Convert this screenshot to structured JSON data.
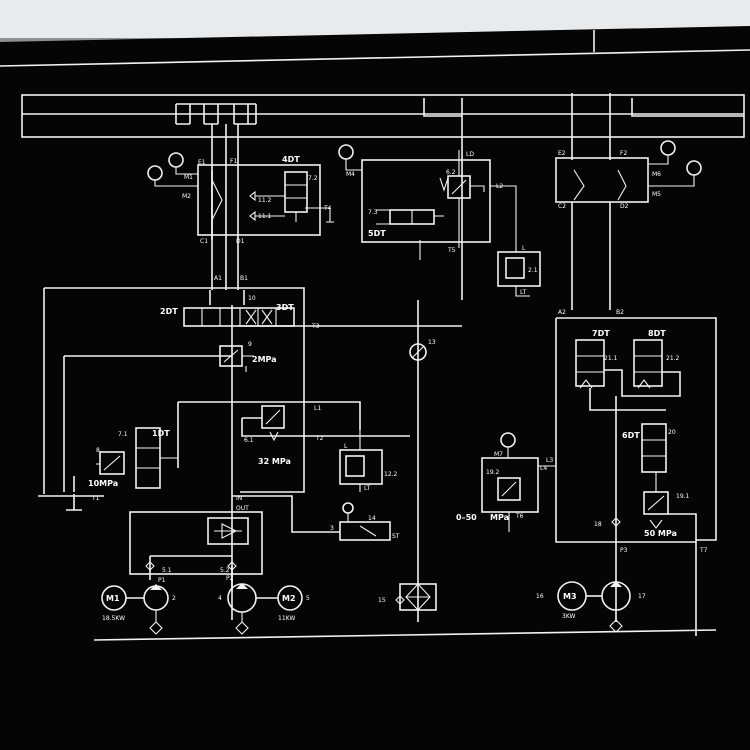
{
  "colors": {
    "screen": "#050505",
    "line": "#f2f2f2",
    "bezel": "#8f9092"
  },
  "labels": {
    "dt4": "4DT",
    "dt5": "5DT",
    "dt2": "2DT",
    "dt3": "3DT",
    "dt1": "1DT",
    "dt7": "7DT",
    "dt8": "8DT",
    "dt6": "6DT",
    "e1": "E1",
    "f1": "F1",
    "m1p": "M1",
    "m2p": "M2",
    "c1": "C1",
    "d1": "D1",
    "v112": "11.2",
    "v111": "11.1",
    "v72": "7.2",
    "t4": "T4",
    "m4p": "M4",
    "ld": "LD",
    "v62": "6.2",
    "l2": "L2",
    "v73": "7.3",
    "t5": "T5",
    "l": "L",
    "v21": "2.1",
    "lt": "LT",
    "e2": "E2",
    "f2": "F2",
    "m6p": "M6",
    "m5p": "M5",
    "c2": "C2",
    "d2": "D2",
    "a1": "A1",
    "b1": "B1",
    "n10": "10",
    "t3": "T3",
    "n9": "9",
    "mpa2": "2MPa",
    "n13": "13",
    "a2": "A2",
    "b2": "B2",
    "v211": "21.1",
    "v212": "21.2",
    "v71": "7.1",
    "l1": "L1",
    "v61": "6.1",
    "t2": "T2",
    "n8": "8",
    "mpa10": "10MPa",
    "mpa32": "32 MPa",
    "v122": "12.2",
    "lt2": "LT",
    "t1": "T1",
    "m7p": "M7",
    "v192": "19.2",
    "l4": "L4",
    "l3": "L3",
    "t6": "T6",
    "n20": "20",
    "v191": "19.1",
    "mpa050": "0–50",
    "mpa": "MPa",
    "mpa50": "50 MPa",
    "n18": "18",
    "t7": "T7",
    "p3": "P3",
    "in": "IN",
    "out": "OUT",
    "n14": "14",
    "n3": "3",
    "st": "ST",
    "v51": "5.1",
    "v52": "5.2",
    "p1": "P1",
    "p2": "P2",
    "n15": "15",
    "n16": "16",
    "n17": "17",
    "mm1": "M1",
    "n2": "2",
    "kw185": "18.5KW",
    "n4": "4",
    "mm2": "M2",
    "n5": "5",
    "kw11": "11KW",
    "mm3": "M3",
    "kw3": "3KW"
  }
}
